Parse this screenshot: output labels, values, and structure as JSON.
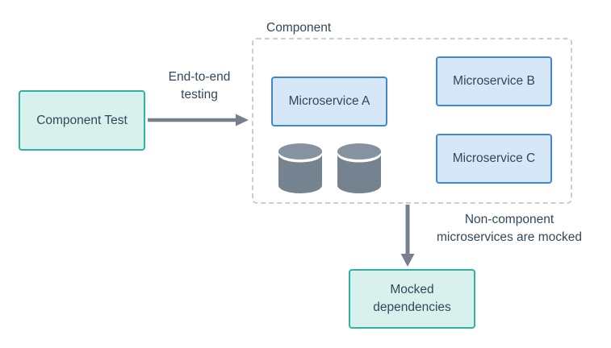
{
  "colors": {
    "teal_border": "#2db3a0",
    "teal_fill": "#d9f1ed",
    "blue_border": "#4089c9",
    "blue_fill": "#d6e8f7",
    "arrow_gray": "#75808c",
    "dashed_border": "#c9ced3",
    "text": "#33475b",
    "db_body": "#75828f",
    "db_cap": "#8592a0"
  },
  "nodes": {
    "component_test": {
      "label": "Component Test"
    },
    "mocked_dependencies": {
      "label": "Mocked dependencies"
    }
  },
  "component_group": {
    "label": "Component",
    "microservices": [
      {
        "label": "Microservice A"
      },
      {
        "label": "Microservice B"
      },
      {
        "label": "Microservice C"
      }
    ],
    "database_icon_count": 2
  },
  "edges": {
    "end_to_end": {
      "label_line1": "End-to-end",
      "label_line2": "testing"
    },
    "mock_note": {
      "label_line1": "Non-component",
      "label_line2": "microservices are mocked"
    }
  }
}
